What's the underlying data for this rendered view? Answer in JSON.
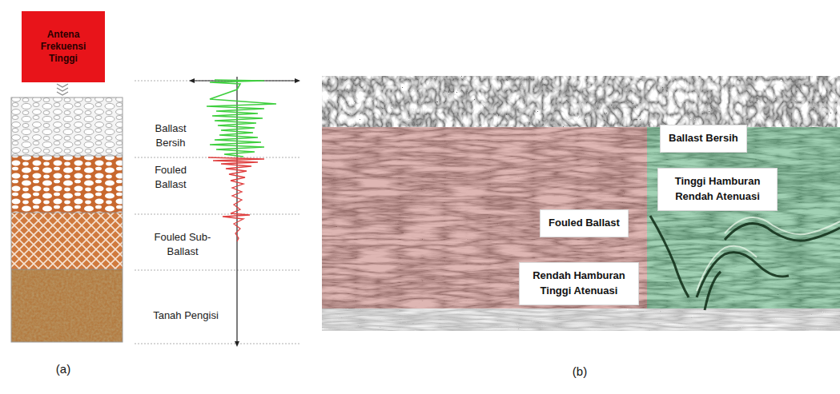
{
  "diagram": {
    "nodes": [
      {
        "text": [
          "Antena Frekuensi Tinggi"
        ]
      },
      {
        "text": [
          "Ballast Bersih"
        ]
      },
      {
        "text": [
          "Tinggi Hamburan Rendah Atenuasi"
        ]
      },
      {
        "text": [
          "Fouled Ballast"
        ]
      },
      {
        "text": [
          "Rendah Hamburan Tinggi Atenuasi"
        ]
      }
    ],
    "labels": [
      "Ballast Bersih",
      "Fouled Ballast",
      "Fouled Sub-Ballast",
      "Tanah Pengisi",
      "(a)",
      "(b)"
    ]
  }
}
